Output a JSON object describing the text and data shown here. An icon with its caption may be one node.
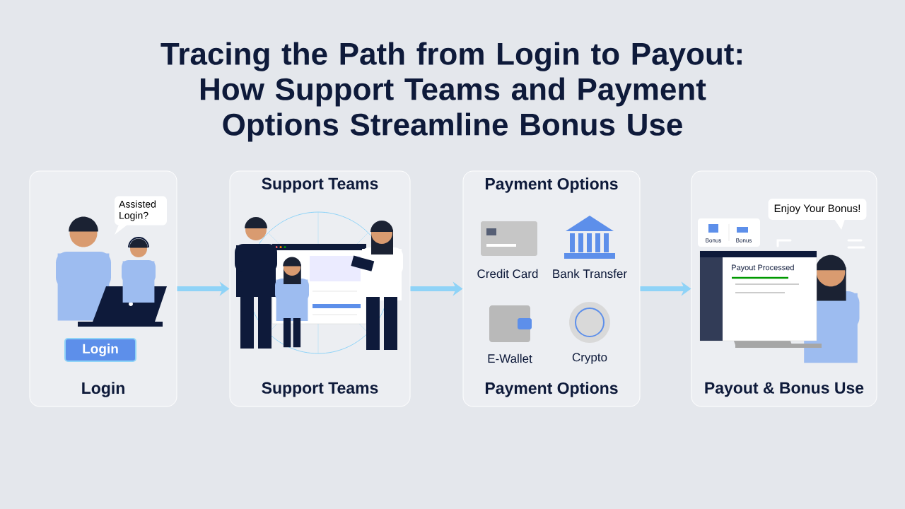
{
  "diagram": {
    "title": "Tracing the Path from Login to Payout: How Support Teams and Payment Options Streamline Bonus Use",
    "nodes": [
      {
        "text": [
          "Login"
        ]
      },
      {
        "text": [
          "Login"
        ],
        "in": 0
      },
      {
        "text": [
          "Assisted Login?"
        ],
        "in": 0
      },
      {
        "text": [
          "Support Teams",
          "Support Teams"
        ]
      },
      {
        "text": [
          "Payment Options",
          "Payment Options"
        ]
      },
      {
        "text": [
          "Credit Card"
        ],
        "in": 4
      },
      {
        "text": [
          "Bank Transfer"
        ],
        "in": 4
      },
      {
        "text": [
          "E-Wallet"
        ],
        "in": 4
      },
      {
        "text": [
          "Crypto"
        ],
        "in": 4
      },
      {
        "text": [
          "Payout & Bonus Use"
        ]
      },
      {
        "text": [
          "Enjoy Your Bonus!"
        ],
        "in": 9
      },
      {
        "text": [
          "Bonus",
          "Bonus"
        ],
        "in": 9
      },
      {
        "text": [
          "Payout Processed"
        ],
        "in": 9
      }
    ],
    "edges": [
      {
        "from": 0,
        "to": 3,
        "arrow": "to"
      },
      {
        "from": 3,
        "to": 4,
        "arrow": "to"
      },
      {
        "from": 4,
        "to": 9,
        "arrow": "to"
      }
    ]
  }
}
